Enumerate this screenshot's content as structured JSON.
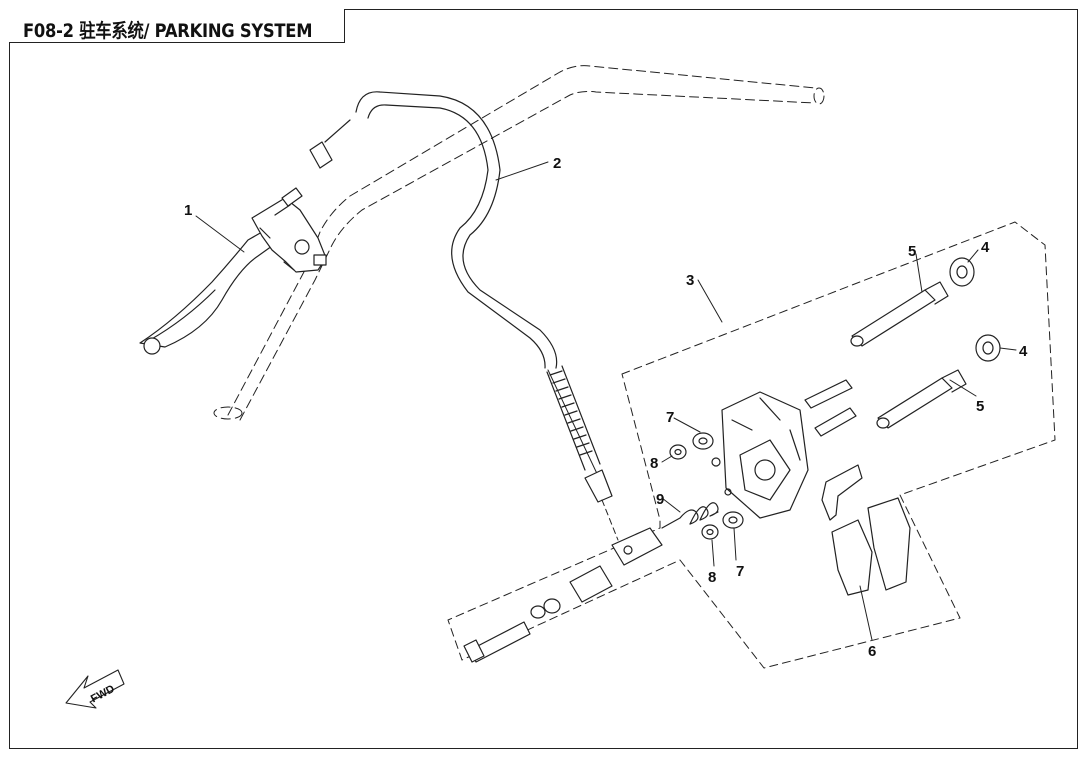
{
  "title": "F08-2 驻车系统/ PARKING SYSTEM",
  "fwd_label": "FWD",
  "callouts": [
    "1",
    "2",
    "3",
    "4",
    "4",
    "5",
    "5",
    "6",
    "7",
    "7",
    "8",
    "8",
    "9"
  ],
  "colors": {
    "line": "#222222",
    "fill": "#ffffff"
  }
}
